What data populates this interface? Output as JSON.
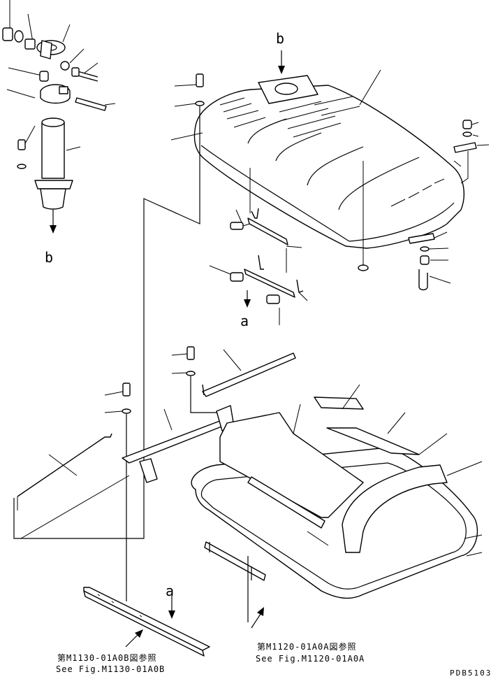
{
  "markers": {
    "b_top": "b",
    "b_bottom": "b",
    "a_mid": "a",
    "a_bottom": "a"
  },
  "references": {
    "left_jp": "第M1130-01A0B図参照",
    "left_en": "See Fig.M1130-01A0B",
    "right_jp": "第M1120-01A0A図参照",
    "right_en": "See Fig.M1120-01A0A"
  },
  "drawing_code": "PDB5103"
}
